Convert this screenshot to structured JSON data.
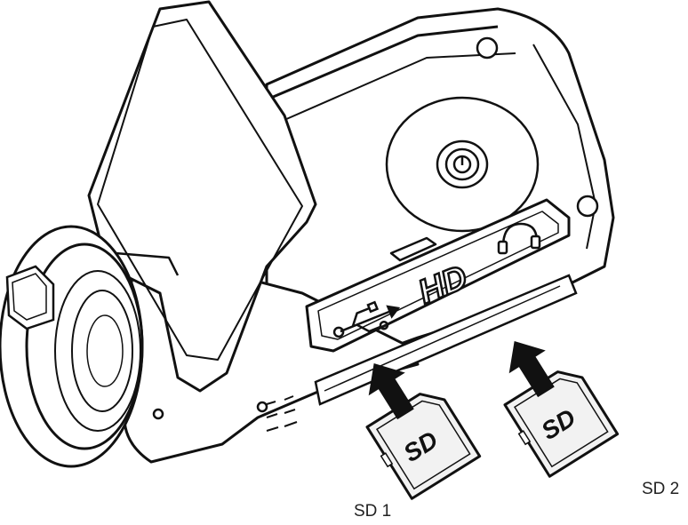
{
  "diagram": {
    "port_labels": {
      "hd": "HD"
    },
    "cards": [
      {
        "id": "sd1",
        "logo": "SD",
        "label": "SD 1"
      },
      {
        "id": "sd2",
        "logo": "SD",
        "label": "SD 2"
      }
    ],
    "icons": [
      "usb-icon",
      "headphone-icon",
      "power-icon",
      "insert-arrow-icon"
    ],
    "colors": {
      "line": "#111111",
      "fill": "#ffffff",
      "card_face": "#f2f2f2"
    }
  }
}
